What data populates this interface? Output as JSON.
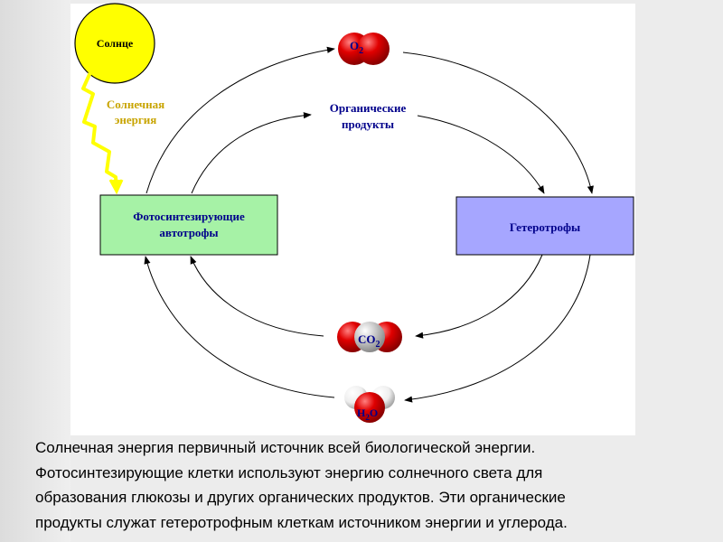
{
  "diagram": {
    "sun": "Солнце",
    "solar_energy": [
      "Солнечная",
      "энергия"
    ],
    "organic_products": [
      "Органические",
      "продукты"
    ],
    "autotrophs": [
      "Фотосинтезирующие",
      "автотрофы"
    ],
    "heterotrophs": "Гетеротрофы",
    "o2": {
      "main": "O",
      "sub": "2"
    },
    "co2": {
      "main": "CO",
      "sub": "2"
    },
    "h2o": {
      "h": "H",
      "sub": "2",
      "o": "O"
    },
    "colors": {
      "sun": "#ffff00",
      "energy_text": "#c8a400",
      "autotrophs_box": "#a6f2a6",
      "heterotrophs_box": "#a6a6ff",
      "oxygen_atom": "#e00000",
      "carbon_atom": "#c8c8c8",
      "hydrogen_atom": "#f0f0f0",
      "label_blue": "#00008b"
    }
  },
  "caption": [
    "Солнечная энергия  первичный источник всей биологической энергии.",
    "Фотосинтезирующие клетки используют энергию солнечного света для",
    "образования глюкозы и других органических продуктов. Эти органические",
    "продукты служат гетеротрофным клеткам источником энергии и углерода."
  ]
}
